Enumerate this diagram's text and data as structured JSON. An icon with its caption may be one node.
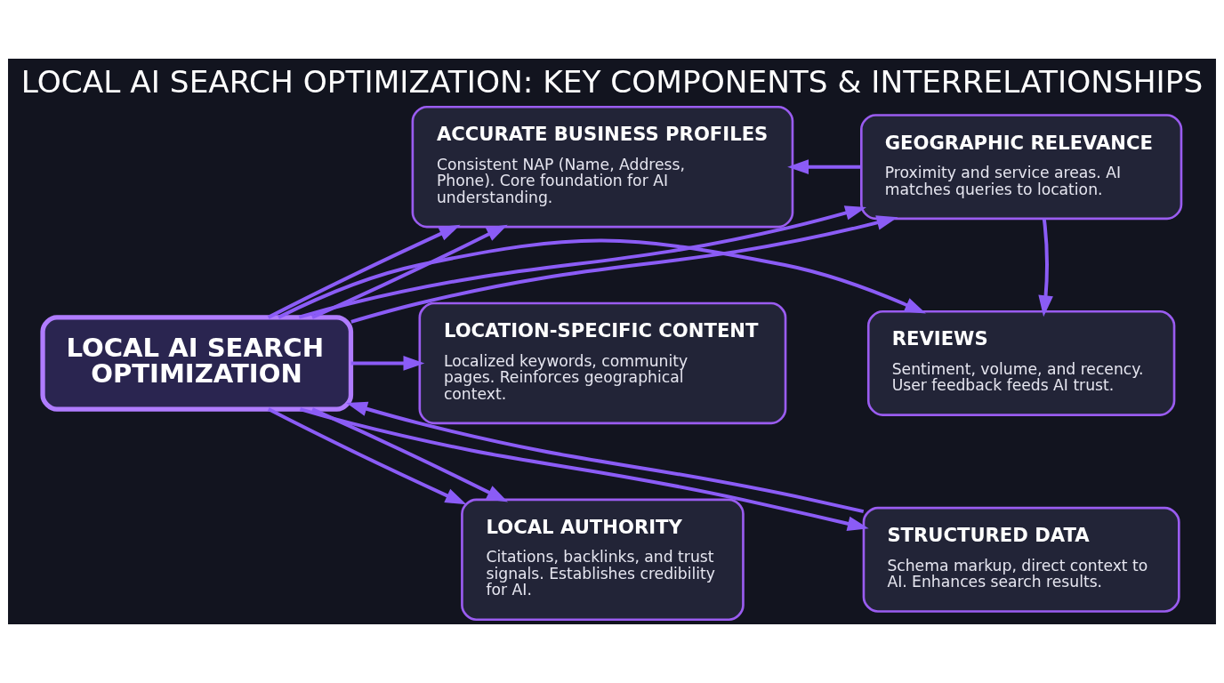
{
  "diagram": {
    "title": "LOCAL AI SEARCH OPTIMIZATION: KEY COMPONENTS & INTERRELATIONSHIPS",
    "nodes": [
      {
        "text": [
          "LOCAL AI SEARCH OPTIMIZATION"
        ]
      },
      {
        "text": [
          "ACCURATE BUSINESS PROFILES",
          "Consistent NAP (Name, Address, Phone). Core foundation for AI understanding."
        ]
      },
      {
        "text": [
          "GEOGRAPHIC RELEVANCE",
          "Proximity and service areas. AI matches queries to location."
        ]
      },
      {
        "text": [
          "LOCATION-SPECIFIC CONTENT",
          "Localized keywords, community pages. Reinforces geographical context."
        ]
      },
      {
        "text": [
          "REVIEWS",
          "Sentiment, volume, and recency. User feedback feeds AI trust."
        ]
      },
      {
        "text": [
          "LOCAL AUTHORITY",
          "Citations, backlinks, and trust signals. Establishes credibility for AI."
        ]
      },
      {
        "text": [
          "STRUCTURED DATA",
          "Schema markup, direct context to AI. Enhances search results."
        ]
      }
    ],
    "edges": [
      {
        "from": 2,
        "to": 1,
        "arrow": "to"
      },
      {
        "from": 0,
        "to": 1,
        "arrow": "to"
      },
      {
        "from": 0,
        "to": 2,
        "arrow": "to"
      },
      {
        "from": 0,
        "to": 1,
        "arrow": "to"
      },
      {
        "from": 0,
        "to": 2,
        "arrow": "to"
      },
      {
        "from": 2,
        "to": 4,
        "arrow": "to"
      },
      {
        "from": 0,
        "to": 3,
        "arrow": "to"
      },
      {
        "from": 0,
        "to": 4,
        "arrow": "to"
      },
      {
        "from": 0,
        "to": 5,
        "arrow": "to"
      },
      {
        "from": 0,
        "to": 5,
        "arrow": "to"
      },
      {
        "from": 0,
        "to": 6,
        "arrow": "to"
      },
      {
        "from": 6,
        "to": 0,
        "arrow": "to"
      }
    ]
  }
}
